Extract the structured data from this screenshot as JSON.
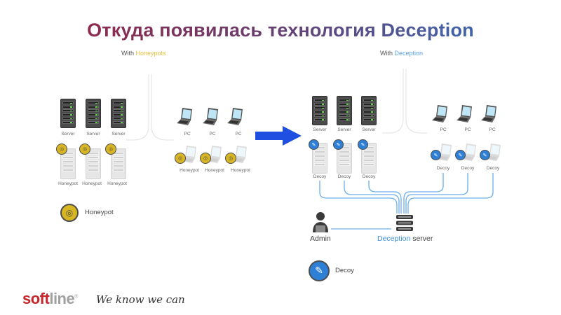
{
  "title": "Откуда появилась технология Deception",
  "left_panel": {
    "heading_prefix": "With",
    "heading_highlight": "Honeypots",
    "servers": [
      "Server",
      "Server",
      "Server"
    ],
    "server_honeypots": [
      "Honeypot",
      "Honeypot",
      "Honeypot"
    ],
    "pcs": [
      "PC",
      "PC",
      "PC"
    ],
    "pc_honeypots": [
      "Honeypot",
      "Honeypot",
      "Honeypot"
    ],
    "legend_label": "Honeypot"
  },
  "right_panel": {
    "heading_prefix": "With",
    "heading_highlight": "Deception",
    "servers": [
      "Server",
      "Server",
      "Server"
    ],
    "server_decoys": [
      "Decoy",
      "Decoy",
      "Decoy"
    ],
    "pcs": [
      "PC",
      "PC",
      "PC"
    ],
    "pc_decoys": [
      "Decoy",
      "Decoy",
      "Decoy"
    ],
    "admin_label": "Admin",
    "deception_server_highlight": "Deception",
    "deception_server_rest": "server",
    "legend_label": "Decoy"
  },
  "footer": {
    "brand_part1": "soft",
    "brand_part2": "line",
    "registered": "®",
    "tagline": "We know we can"
  },
  "colors": {
    "honeypot_yellow": "#d8b623",
    "decoy_blue": "#2e7fd6",
    "arrow_blue": "#1f4fe0",
    "link_blue": "#6aaeea",
    "brand_red": "#c6262c"
  }
}
